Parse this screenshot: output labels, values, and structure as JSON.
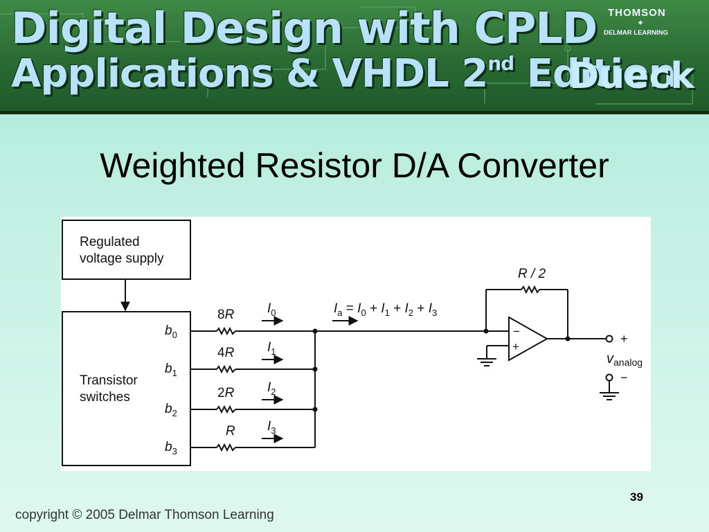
{
  "banner": {
    "line1": "Digital Design with CPLD",
    "line2_main": "Applications & VHDL 2",
    "line2_sup": "nd",
    "line2_end": " Edition",
    "author": "Dueck",
    "publisher_line1": "THOMSON",
    "publisher_line2": "DELMAR LEARNING"
  },
  "slide": {
    "title": "Weighted Resistor D/A Converter",
    "number": "39",
    "copyright": "copyright © 2005 Delmar Thomson Learning"
  },
  "diagram": {
    "supply_label_1": "Regulated",
    "supply_label_2": "voltage supply",
    "switch_label_1": "Transistor",
    "switch_label_2": "switches",
    "bits": [
      {
        "b": "b",
        "sub": "0",
        "r_coef": "8",
        "r": "R",
        "i": "I",
        "isub": "0"
      },
      {
        "b": "b",
        "sub": "1",
        "r_coef": "4",
        "r": "R",
        "i": "I",
        "isub": "1"
      },
      {
        "b": "b",
        "sub": "2",
        "r_coef": "2",
        "r": "R",
        "i": "I",
        "isub": "2"
      },
      {
        "b": "b",
        "sub": "3",
        "r_coef": "",
        "r": "R",
        "i": "I",
        "isub": "3"
      }
    ],
    "feedback_label": "R / 2",
    "sum_label": {
      "I": "I",
      "a": "a",
      "eq": " = ",
      "plus": " + ",
      "subs": [
        "0",
        "1",
        "2",
        "3"
      ]
    },
    "opamp_minus": "−",
    "opamp_plus": "+",
    "out_plus": "+",
    "out_minus": "−",
    "v_label": "v",
    "v_sub": "analog"
  },
  "colors": {
    "banner_text": "#b8e2f8",
    "banner_bg": "#2a6a33",
    "slide_bg": "#b8eddd"
  }
}
